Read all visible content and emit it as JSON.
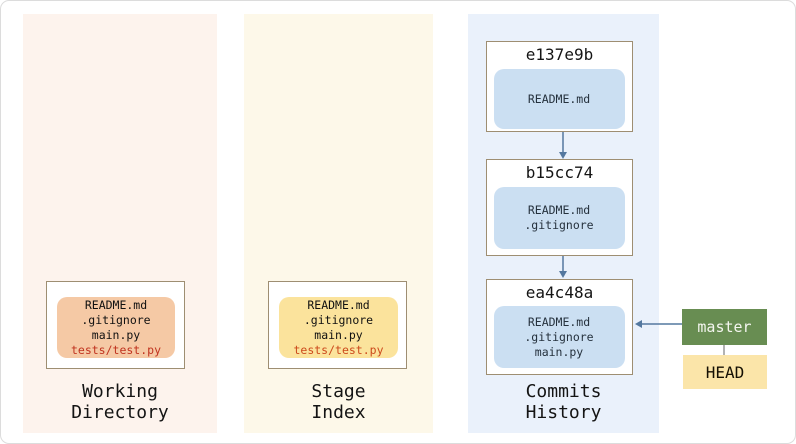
{
  "colors": {
    "working-panel": "#fdf3ed",
    "stage-panel": "#fdf8e9",
    "commits-panel": "#eaf1fb",
    "box-border": "#9e8e72",
    "working-files-bg": "#f5c9a5",
    "stage-files-bg": "#fbe39c",
    "commit-files-bg": "#cbdff2",
    "branch-bg": "#688d52",
    "head-bg": "#fbe5a9",
    "untracked-working": "#c0331f",
    "untracked-stage": "#cc4a1c",
    "arrow": "#54789f",
    "connector": "#999999"
  },
  "working": {
    "label": "Working\nDirectory",
    "files": [
      "README.md",
      ".gitignore",
      "main.py"
    ],
    "highlighted_file": "tests/test.py"
  },
  "stage": {
    "label": "Stage\nIndex",
    "files": [
      "README.md",
      ".gitignore",
      "main.py"
    ],
    "highlighted_file": "tests/test.py"
  },
  "commits": {
    "label": "Commits\nHistory",
    "items": [
      {
        "hash": "e137e9b",
        "files": [
          "README.md"
        ]
      },
      {
        "hash": "b15cc74",
        "files": [
          "README.md",
          ".gitignore"
        ]
      },
      {
        "hash": "ea4c48a",
        "files": [
          "README.md",
          ".gitignore",
          "main.py"
        ]
      }
    ]
  },
  "refs": {
    "branch": "master",
    "head": "HEAD"
  }
}
